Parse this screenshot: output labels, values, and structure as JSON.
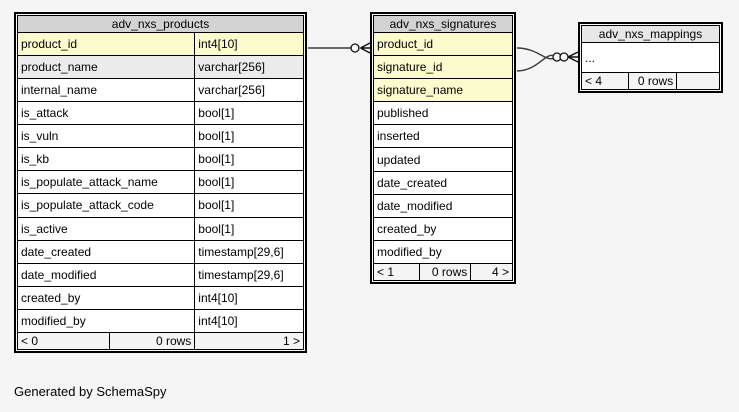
{
  "footer_note": "Generated by SchemaSpy",
  "colors": {
    "page_bg": "#f5f5f5",
    "edge": "#3a3a3a",
    "key_bg": "#fbfbce",
    "indexed_bg": "#ececec",
    "footer_bg": "#f4f4f4",
    "header_bg_focus": "#d3d3d3",
    "header_bg_related": "#e7e7e7"
  },
  "tables": [
    {
      "id": "adv_nxs_products",
      "title": "adv_nxs_products",
      "header_bg": "#d3d3d3",
      "columns": [
        {
          "name": "product_id",
          "type": "int4[10]",
          "style": "key"
        },
        {
          "name": "product_name",
          "type": "varchar[256]",
          "style": "indexed"
        },
        {
          "name": "internal_name",
          "type": "varchar[256]",
          "style": "plain"
        },
        {
          "name": "is_attack",
          "type": "bool[1]",
          "style": "plain"
        },
        {
          "name": "is_vuln",
          "type": "bool[1]",
          "style": "plain"
        },
        {
          "name": "is_kb",
          "type": "bool[1]",
          "style": "plain"
        },
        {
          "name": "is_populate_attack_name",
          "type": "bool[1]",
          "style": "plain"
        },
        {
          "name": "is_populate_attack_code",
          "type": "bool[1]",
          "style": "plain"
        },
        {
          "name": "is_active",
          "type": "bool[1]",
          "style": "plain"
        },
        {
          "name": "date_created",
          "type": "timestamp[29,6]",
          "style": "plain"
        },
        {
          "name": "date_modified",
          "type": "timestamp[29,6]",
          "style": "plain"
        },
        {
          "name": "created_by",
          "type": "int4[10]",
          "style": "plain"
        },
        {
          "name": "modified_by",
          "type": "int4[10]",
          "style": "plain"
        }
      ],
      "footer": {
        "left": "< 0",
        "center": "0 rows",
        "right": "1 >"
      }
    },
    {
      "id": "adv_nxs_signatures",
      "title": "adv_nxs_signatures",
      "header_bg": "#d3d3d3",
      "columns": [
        {
          "name": "product_id",
          "style": "key"
        },
        {
          "name": "signature_id",
          "style": "key"
        },
        {
          "name": "signature_name",
          "style": "key"
        },
        {
          "name": "published",
          "style": "plain"
        },
        {
          "name": "inserted",
          "style": "plain"
        },
        {
          "name": "updated",
          "style": "plain"
        },
        {
          "name": "date_created",
          "style": "plain"
        },
        {
          "name": "date_modified",
          "style": "plain"
        },
        {
          "name": "created_by",
          "style": "plain"
        },
        {
          "name": "modified_by",
          "style": "plain"
        }
      ],
      "footer": {
        "left": "< 1",
        "center": "0 rows",
        "right": "4 >"
      }
    },
    {
      "id": "adv_nxs_mappings",
      "title": "adv_nxs_mappings",
      "header_bg": "#e7e7e7",
      "columns": [
        {
          "name": "...",
          "style": "plain"
        }
      ],
      "footer": {
        "left": "< 4",
        "center": "0 rows",
        "right": ""
      }
    }
  ],
  "relationships": [
    {
      "from": "adv_nxs_products.product_id",
      "to": "adv_nxs_signatures.product_id",
      "to_marker": "zero-or-many"
    },
    {
      "from": "adv_nxs_signatures.product_id",
      "to": "adv_nxs_mappings",
      "to_marker": "zero-or-many"
    },
    {
      "from": "adv_nxs_signatures.signature_id",
      "to": "adv_nxs_mappings",
      "to_marker": "zero-or-many"
    }
  ]
}
